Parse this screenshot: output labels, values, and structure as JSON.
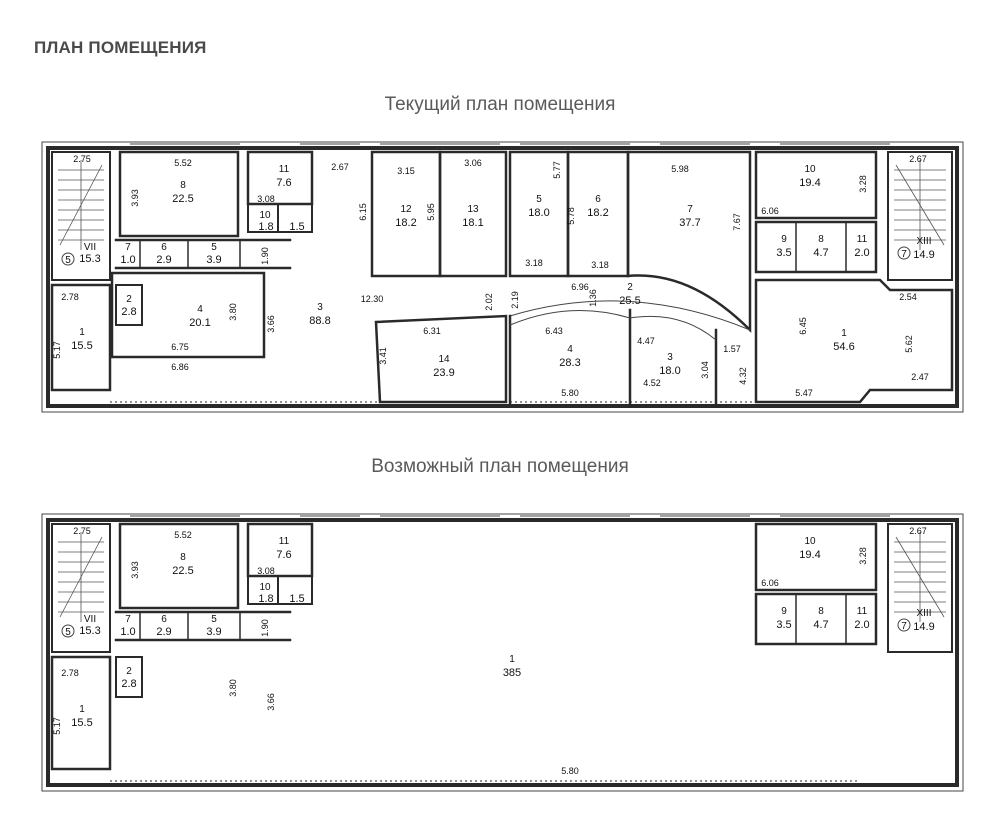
{
  "page_title": "ПЛАН ПОМЕЩЕНИЯ",
  "current_plan": {
    "title": "Текущий план помещения",
    "rooms": [
      {
        "num": "8",
        "area": "22.5"
      },
      {
        "num": "11",
        "area": "7.6"
      },
      {
        "num": "10",
        "area": "1.8"
      },
      {
        "num": "",
        "area": "1.5"
      },
      {
        "num": "7",
        "area": "1.0"
      },
      {
        "num": "6",
        "area": "2.9"
      },
      {
        "num": "5",
        "area": "3.9"
      },
      {
        "num": "VII",
        "area": "15.3"
      },
      {
        "num": "1",
        "area": "15.5"
      },
      {
        "num": "2",
        "area": "2.8"
      },
      {
        "num": "4",
        "area": "20.1"
      },
      {
        "num": "3",
        "area": "88.8"
      },
      {
        "num": "12",
        "area": "18.2"
      },
      {
        "num": "13",
        "area": "18.1"
      },
      {
        "num": "14",
        "area": "23.9"
      },
      {
        "num": "5",
        "area": "18.0"
      },
      {
        "num": "6",
        "area": "18.2"
      },
      {
        "num": "7",
        "area": "37.7"
      },
      {
        "num": "2",
        "area": "25.5"
      },
      {
        "num": "4",
        "area": "28.3"
      },
      {
        "num": "3",
        "area": "18.0"
      },
      {
        "num": "10",
        "area": "19.4"
      },
      {
        "num": "9",
        "area": "3.5"
      },
      {
        "num": "8",
        "area": "4.7"
      },
      {
        "num": "11",
        "area": "2.0"
      },
      {
        "num": "XIII",
        "area": "14.9"
      },
      {
        "num": "1",
        "area": "54.6"
      }
    ],
    "dims": [
      "2.75",
      "5.52",
      "3.93",
      "3.08",
      "2.67",
      "3.15",
      "3.06",
      "6.15",
      "5.95",
      "5.77",
      "5.78",
      "5.98",
      "7.67",
      "3.28",
      "6.06",
      "2.67",
      "1.90",
      "3.18",
      "3.18",
      "6.96",
      "2.78",
      "3.80",
      "3.66",
      "12.30",
      "2.02",
      "2.19",
      "1.36",
      "6.31",
      "6.43",
      "4.47",
      "1.57",
      "6.45",
      "5.62",
      "2.54",
      "5.17",
      "6.75",
      "6.86",
      "3.41",
      "3.04",
      "4.52",
      "4.32",
      "5.80",
      "5.47",
      "2.47"
    ],
    "stair_marks": [
      "5",
      "7"
    ]
  },
  "possible_plan": {
    "title": "Возможный план помещения",
    "rooms": [
      {
        "num": "8",
        "area": "22.5"
      },
      {
        "num": "11",
        "area": "7.6"
      },
      {
        "num": "10",
        "area": "1.8"
      },
      {
        "num": "",
        "area": "1.5"
      },
      {
        "num": "7",
        "area": "1.0"
      },
      {
        "num": "6",
        "area": "2.9"
      },
      {
        "num": "5",
        "area": "3.9"
      },
      {
        "num": "VII",
        "area": "15.3"
      },
      {
        "num": "1",
        "area": "15.5"
      },
      {
        "num": "2",
        "area": "2.8"
      },
      {
        "num": "1",
        "area": "385"
      },
      {
        "num": "10",
        "area": "19.4"
      },
      {
        "num": "9",
        "area": "3.5"
      },
      {
        "num": "8",
        "area": "4.7"
      },
      {
        "num": "11",
        "area": "2.0"
      },
      {
        "num": "XIII",
        "area": "14.9"
      }
    ],
    "dims": [
      "2.75",
      "5.52",
      "3.93",
      "3.08",
      "1.90",
      "2.78",
      "3.80",
      "3.66",
      "5.17",
      "5.80",
      "2.67",
      "3.28",
      "6.06"
    ],
    "stair_marks": [
      "5",
      "7"
    ]
  }
}
